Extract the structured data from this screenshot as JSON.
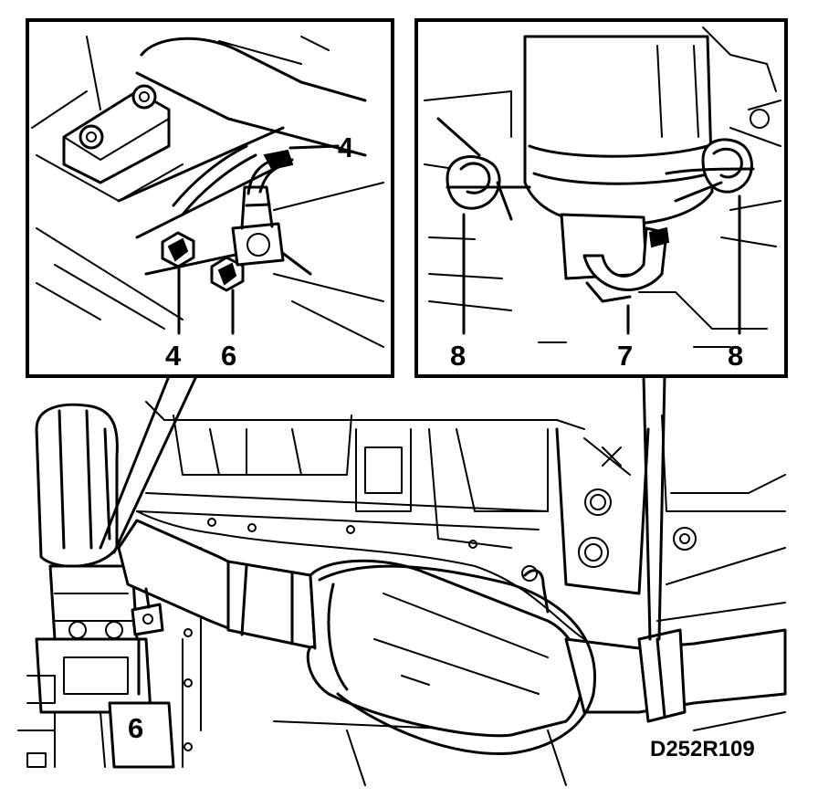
{
  "figure_id": "D252R109",
  "callouts": {
    "inset_left_top_4": "4",
    "inset_left_bottom_4": "4",
    "inset_left_bottom_6": "6",
    "inset_right_left_8": "8",
    "inset_right_7": "7",
    "inset_right_right_8": "8",
    "main_6": "6"
  }
}
